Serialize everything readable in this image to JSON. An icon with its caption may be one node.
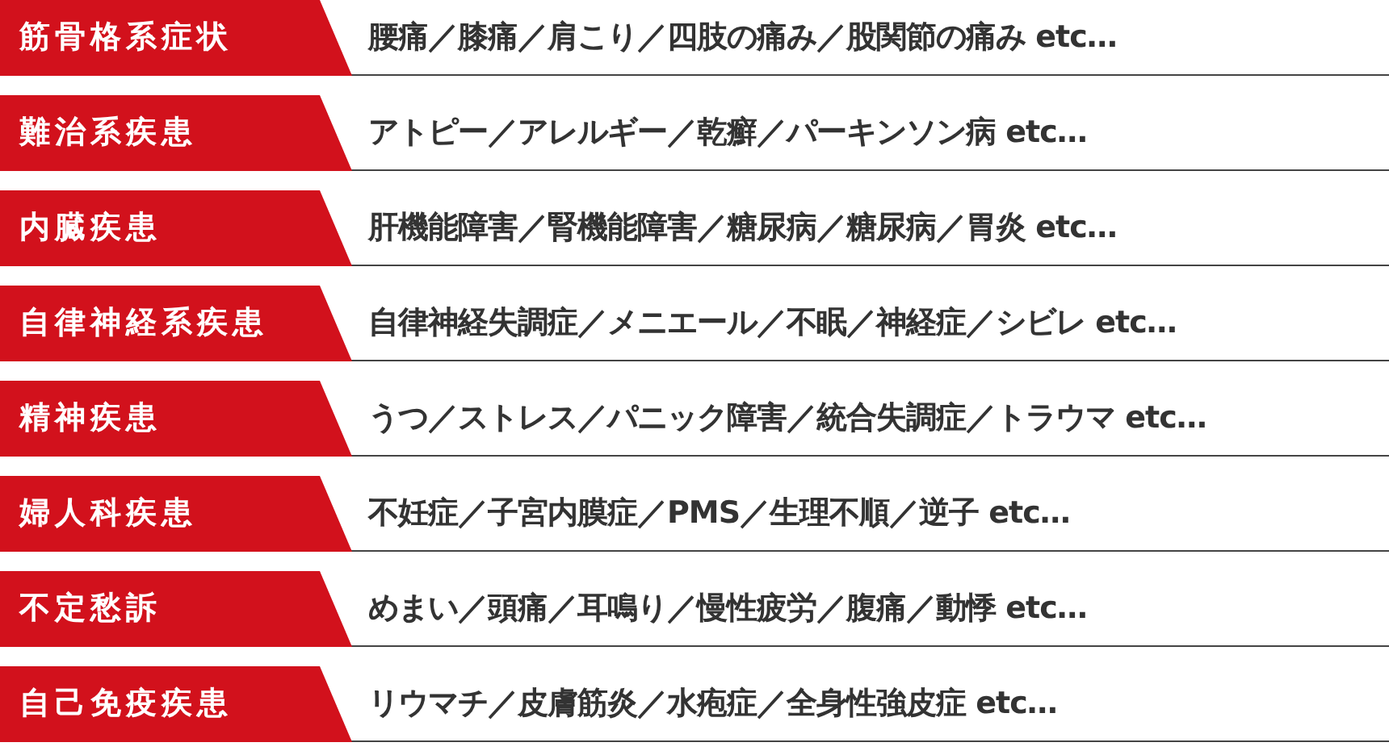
{
  "diagram": {
    "nodes": [
      {
        "text": [
          "筋骨格系症状"
        ],
        "beside": [
          "腰痛／膝痛／肩こり／四肢の痛み／股関節の痛み etc…"
        ]
      },
      {
        "text": [
          "難治系疾患"
        ],
        "beside": [
          "アトピー／アレルギー／乾癬／パーキンソン病 etc…"
        ]
      },
      {
        "text": [
          "内臓疾患"
        ],
        "beside": [
          "肝機能障害／腎機能障害／糖尿病／糖尿病／胃炎 etc…"
        ]
      },
      {
        "text": [
          "自律神経系疾患"
        ],
        "beside": [
          "自律神経失調症／メニエール／不眠／神経症／シビレ etc…"
        ]
      },
      {
        "text": [
          "精神疾患"
        ],
        "beside": [
          "うつ／ストレス／パニック障害／統合失調症／トラウマ etc…"
        ]
      },
      {
        "text": [
          "婦人科疾患"
        ],
        "beside": [
          "不妊症／子宮内膜症／PMS／生理不順／逆子 etc…"
        ]
      },
      {
        "text": [
          "不定愁訴"
        ],
        "beside": [
          "めまい／頭痛／耳鳴り／慢性疲労／腹痛／動悸 etc…"
        ]
      },
      {
        "text": [
          "自己免疫疾患"
        ],
        "beside": [
          "リウマチ／皮膚筋炎／水疱症／全身性強皮症 etc…"
        ]
      }
    ]
  }
}
